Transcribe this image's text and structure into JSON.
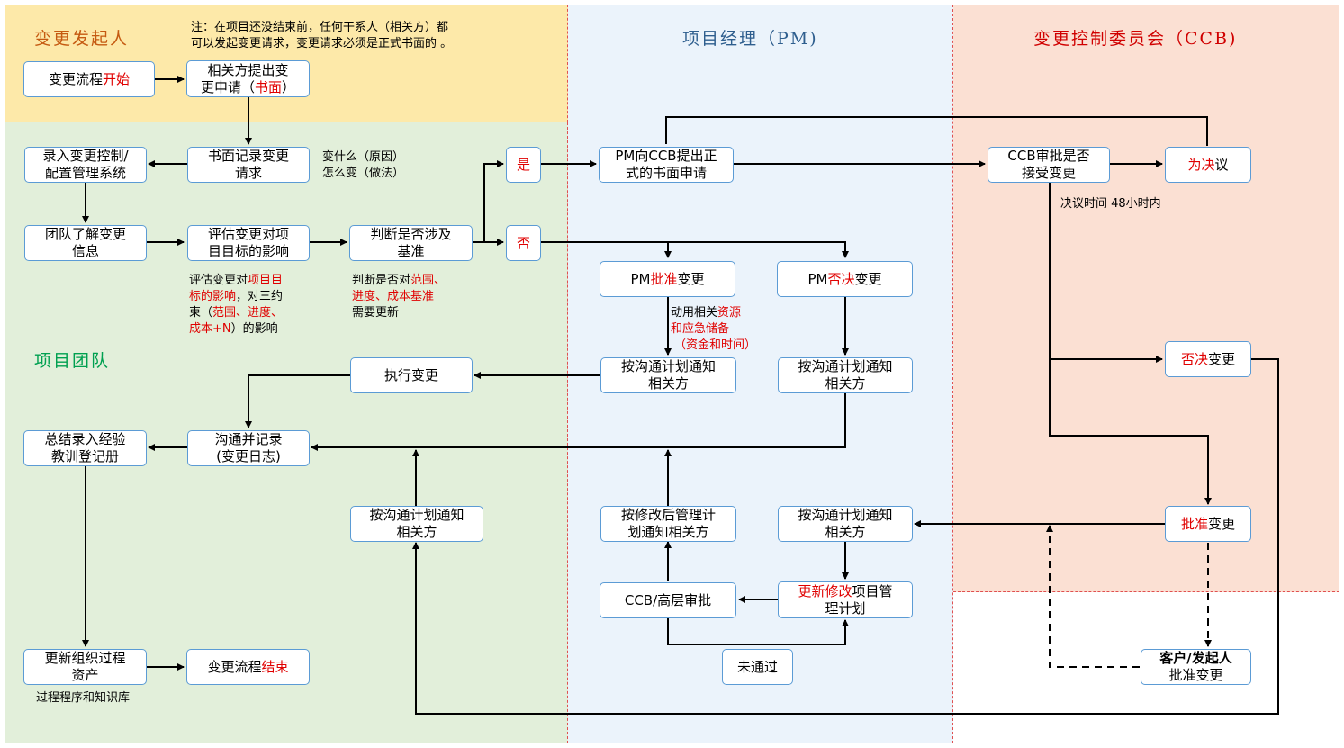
{
  "zones": {
    "initiator": {
      "title": "变更发起人",
      "color": "#fde9a9"
    },
    "team": {
      "title": "项目团队",
      "color": "#e2efda"
    },
    "pm": {
      "title": "项目经理（PM)",
      "color": "#ebf3fb"
    },
    "ccb": {
      "title": "变更控制委员会（CCB)",
      "color": "#fbe0d3"
    }
  },
  "notes": {
    "initiator_note": {
      "line1": "注：在项目还没结束前，任何干系人（相关方）都",
      "line2": "可以发起变更请求，变更请求必须是正式书面的 。"
    },
    "what_how": {
      "line1": "变什么（原因）",
      "line2": "怎么变（做法）"
    },
    "assess": {
      "l1a": "评估变更对",
      "l1b": "项目目",
      "l2a": "标的影响",
      "l2b": "，对三约",
      "l3a": "束（",
      "l3b": "范围、进度、",
      "l4a": "成本+N",
      "l4b": "）的影响"
    },
    "judge": {
      "l1a": "判断是否对",
      "l1b": "范围、",
      "l2": "进度、成本基准",
      "l3": "需要更新"
    },
    "resources": {
      "l1a": "动用相关",
      "l1b": "资源",
      "l2": "和应急储备",
      "l3": "（资金和时间）"
    },
    "decision_time": "决议时间  48小时内",
    "process_lib": "过程程序和知识库"
  },
  "boxes": {
    "start": {
      "a": "变更流程",
      "b": "开始"
    },
    "submit": {
      "line1": "相关方提出变",
      "line2a": "更申请（",
      "line2b": "书面",
      "line2c": "）"
    },
    "record_written": {
      "line1": "书面记录变更",
      "line2": "请求"
    },
    "enter_system": {
      "line1": "录入变更控制/",
      "line2": "配置管理系统"
    },
    "team_understand": {
      "line1": "团队了解变更",
      "line2": "信息"
    },
    "assess_impact": {
      "line1": "评估变更对项",
      "line2": "目目标的影响"
    },
    "judge_baseline": {
      "line1": "判断是否涉及",
      "line2": "基准"
    },
    "yes": "是",
    "no": "否",
    "pm_submit": {
      "line1": "PM向CCB提出正",
      "line2": "式的书面申请"
    },
    "ccb_approve": {
      "line1": "CCB审批是否",
      "line2": "接受变更"
    },
    "resolution": {
      "a": "为决",
      "b": "议"
    },
    "pm_approve": {
      "a": "PM",
      "b": "批准",
      "c": "变更"
    },
    "pm_reject": {
      "a": "PM",
      "b": "否决",
      "c": "变更"
    },
    "notify_1": {
      "line1": "按沟通计划通知",
      "line2": "相关方"
    },
    "notify_2": {
      "line1": "按沟通计划通知",
      "line2": "相关方"
    },
    "execute": "执行变更",
    "communicate": {
      "line1": "沟通并记录",
      "line2": "(变更日志)"
    },
    "lessons": {
      "line1": "总结录入经验",
      "line2": "教训登记册"
    },
    "notify_3": {
      "line1": "按沟通计划通知",
      "line2": "相关方"
    },
    "notify_revised": {
      "line1": "按修改后管理计",
      "line2": "划通知相关方"
    },
    "notify_4": {
      "line1": "按沟通计划通知",
      "line2": "相关方"
    },
    "ccb_reject": {
      "a": "否决",
      "b": "变更"
    },
    "ccb_accept": {
      "a": "批准",
      "b": "变更"
    },
    "senior_approve": "CCB/高层审批",
    "update_plan": {
      "a": "更新修改",
      "b": "项目管",
      "line2": "理计划"
    },
    "not_passed": "未通过",
    "update_assets": {
      "line1": "更新组织过程",
      "line2": "资产"
    },
    "end": {
      "a": "变更流程",
      "b": "结束"
    },
    "customer_approve": {
      "line1": "客户/发起人",
      "line2": "批准变更"
    }
  }
}
